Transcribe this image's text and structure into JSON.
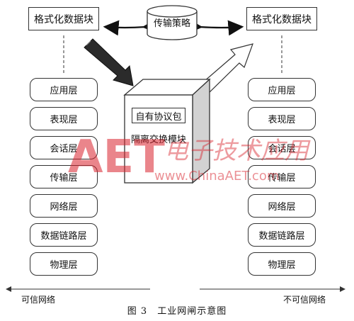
{
  "diagram": {
    "left_stack": {
      "header": "格式化数据块",
      "layers": [
        "应用层",
        "表现层",
        "会话层",
        "传输层",
        "网络层",
        "数据链路层",
        "物理层"
      ],
      "network_label": "可信网络"
    },
    "right_stack": {
      "header": "格式化数据块",
      "layers": [
        "应用层",
        "表现层",
        "会话层",
        "传输层",
        "网络层",
        "数据链路层",
        "物理层"
      ],
      "network_label": "不可信网络"
    },
    "strategy": {
      "label": "传输策略"
    },
    "exchange_module": {
      "protocol_label": "自有协议包",
      "module_label": "隔离交换模块"
    },
    "caption": "图 3　工业网闸示意图"
  },
  "watermark": {
    "logo_text": "AET",
    "cn_text": "电子技术应用",
    "url": "www.ChinaAET.com"
  }
}
